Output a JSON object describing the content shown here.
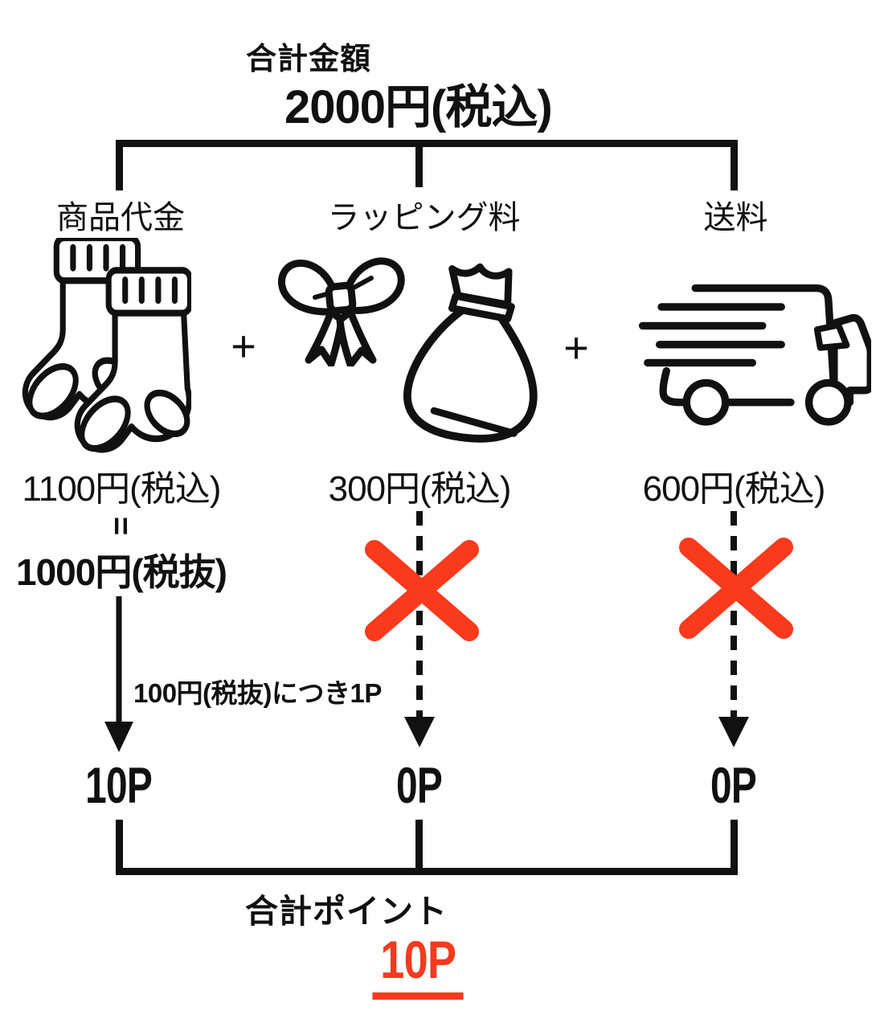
{
  "header": {
    "label": "合計金額",
    "amount": "2000円(税込)"
  },
  "columns": [
    {
      "label": "商品代金",
      "icon": "socks-icon",
      "price_incl": "1100円(税込)",
      "equals_sign": "=",
      "price_excl": "1000円(税抜)",
      "conversion_note": "100円(税抜)につき1P",
      "points": "10P",
      "excluded": false
    },
    {
      "label": "ラッピング料",
      "icons": [
        "ribbon-icon",
        "gift-bag-icon"
      ],
      "price_incl": "300円(税込)",
      "points": "0P",
      "excluded": true
    },
    {
      "label": "送料",
      "icon": "delivery-truck-icon",
      "price_incl": "600円(税込)",
      "points": "0P",
      "excluded": true
    }
  ],
  "plus_signs": [
    "+",
    "+"
  ],
  "total": {
    "label": "合計ポイント",
    "value": "10P"
  },
  "colors": {
    "ink": "#111111",
    "cross_red": "#FA3A1C",
    "total_red": "#F43A1E"
  }
}
